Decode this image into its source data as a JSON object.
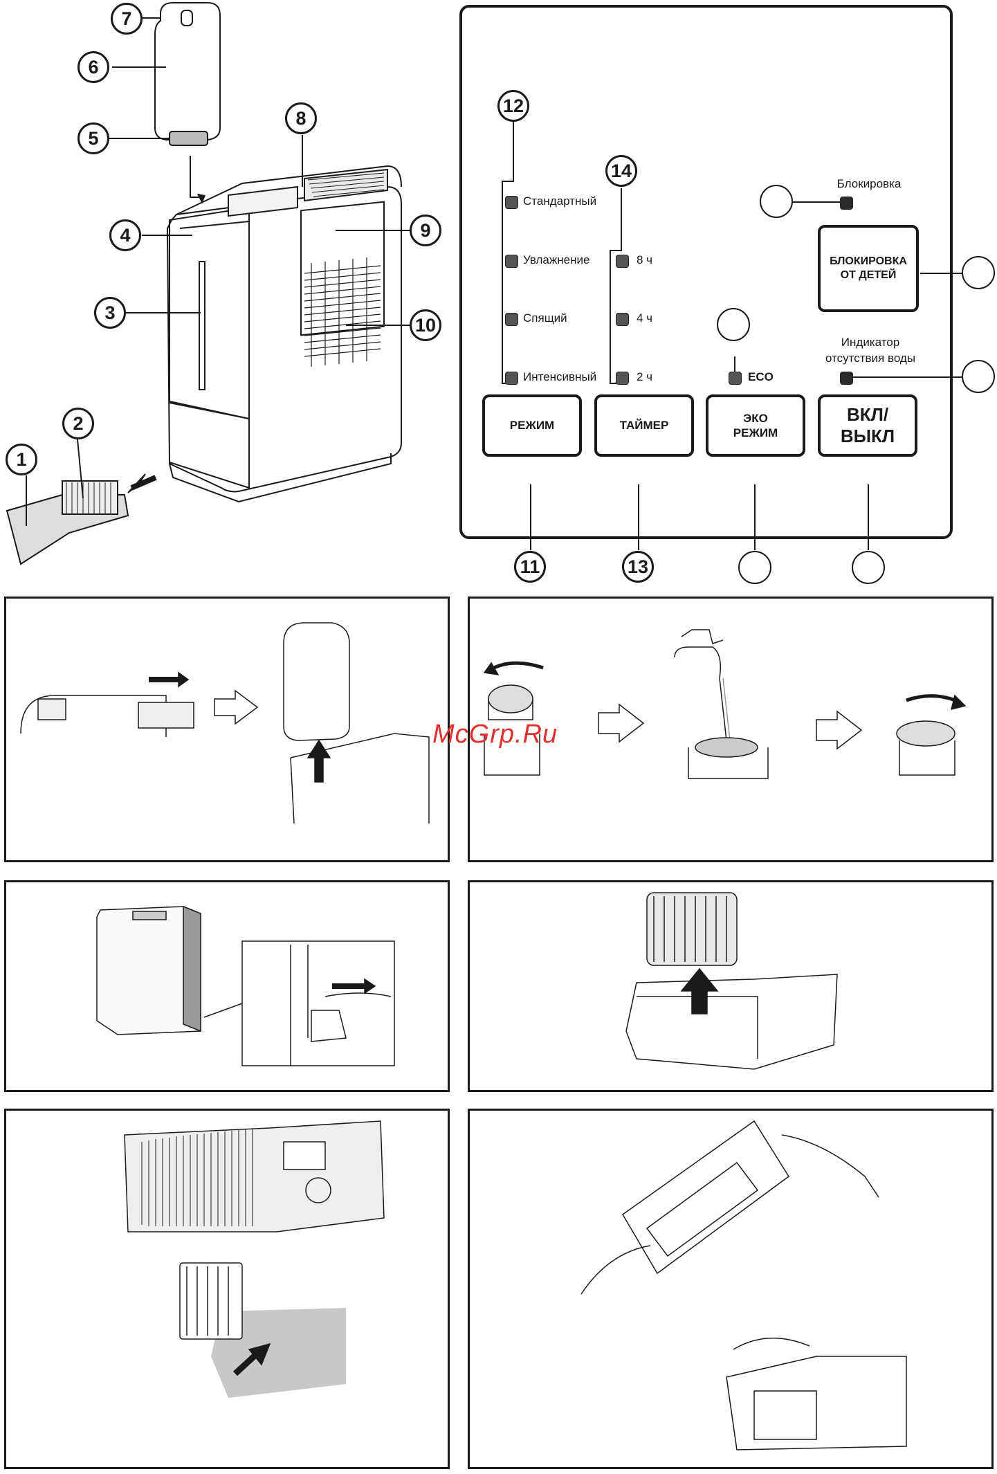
{
  "callouts": {
    "c1": "1",
    "c2": "2",
    "c3": "3",
    "c4": "4",
    "c5": "5",
    "c6": "6",
    "c7": "7",
    "c8": "8",
    "c9": "9",
    "c10": "10",
    "c11": "11",
    "c12": "12",
    "c13": "13",
    "c14": "14"
  },
  "control_panel": {
    "mode_leds": [
      "Стандартный",
      "Увлажнение",
      "Спящий",
      "Интенсивный"
    ],
    "timer_leds": [
      "8 ч",
      "4 ч",
      "2 ч"
    ],
    "eco_led": "ECO",
    "lock_label": "Блокировка",
    "no_water_label": "Индикатор\nотсутствия воды",
    "buttons": {
      "mode": "РЕЖИМ",
      "timer": "ТАЙМЕР",
      "eco": "ЭКО\nРЕЖИМ",
      "power": "ВКЛ/\nВЫКЛ",
      "child_lock": "БЛОКИРОВКА\nОТ ДЕТЕЙ"
    }
  },
  "watermark": "McGrp.Ru",
  "colors": {
    "ink": "#1a1a1a",
    "watermark": "#e03030",
    "grey_fill": "#c8c8c8"
  }
}
